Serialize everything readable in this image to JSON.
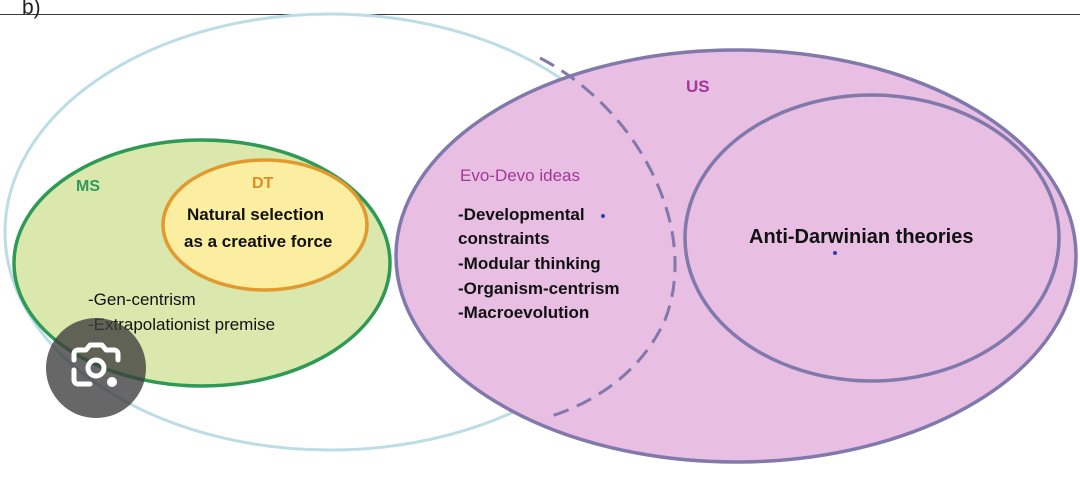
{
  "panel_label": "b)",
  "sets": {
    "ms": {
      "label": "MS",
      "items": [
        "-Gen-centrism",
        "-Extrapolationist premise"
      ]
    },
    "dt": {
      "label": "DT",
      "lines": [
        "Natural selection",
        "as a creative force"
      ]
    },
    "us": {
      "label": "US"
    },
    "evo_devo": {
      "label": "Evo-Devo ideas",
      "items": [
        "-Developmental",
        "constraints",
        "-Modular thinking",
        "-Organism-centrism",
        "-Macroevolution"
      ]
    },
    "anti_darwinian": {
      "label": "Anti-Darwinian theories"
    }
  },
  "colors": {
    "outer_circle_stroke": "#bcdde6",
    "ms_fill": "#dbe8ad",
    "ms_stroke": "#2f9a55",
    "dt_fill": "#fbeea0",
    "dt_stroke": "#e29a2e",
    "us_fill": "#e8bfe3",
    "us_stroke": "#8178ac",
    "ms_text": "#2e9a58",
    "dt_text": "#e08b1f",
    "purple_text": "#a2379a"
  },
  "overlay": {
    "icon": "lens-camera-icon"
  }
}
